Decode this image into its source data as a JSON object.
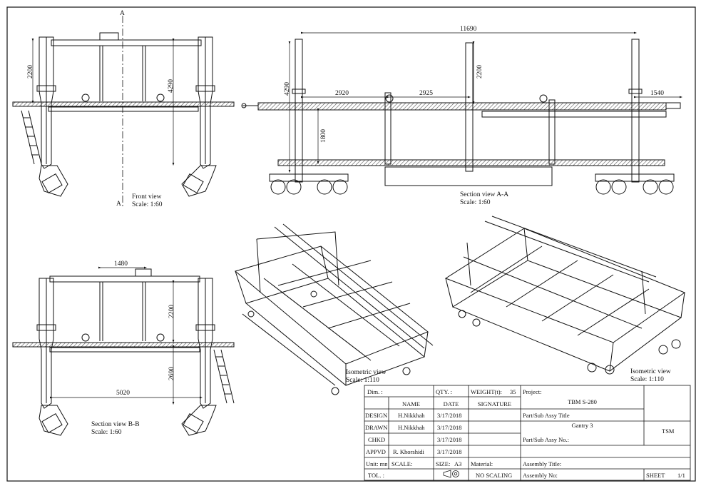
{
  "views": {
    "front": {
      "name": "Front view",
      "scale": "Scale:  1:60",
      "section_mark": "A"
    },
    "section_aa": {
      "name": "Section view A-A",
      "scale": "Scale:  1:60"
    },
    "section_bb": {
      "name": "Section view B-B",
      "scale": "Scale:  1:60"
    },
    "iso_left": {
      "name": "Isometric view",
      "scale": "Scale:  1:110"
    },
    "iso_right": {
      "name": "Isometric view",
      "scale": "Scale:  1:110"
    }
  },
  "dimensions": {
    "front_height_upper": "2200",
    "front_height_total": "4290",
    "aa_overall_length": "11690",
    "aa_seg1": "2920",
    "aa_seg2": "2925",
    "aa_seg3": "1540",
    "aa_height_total": "4290",
    "aa_height_upper": "2200",
    "aa_height_lower": "1800",
    "bb_top_width": "1480",
    "bb_height_upper": "2200",
    "bb_height_lower": "2690",
    "bb_bottom_width": "5020"
  },
  "title_block": {
    "dim_label": "Dim. :",
    "qty_label": "QTY. :",
    "weight_label": "WEIGHT(t):",
    "weight_value": "35",
    "project_label": "Project:",
    "project_value": "TBM S-280",
    "col_name": "NAME",
    "col_date": "DATE",
    "col_signature": "SIGNATURE",
    "rows": [
      {
        "role": "DESIGN",
        "name": "H.Nikkhah",
        "date": "3/17/2018"
      },
      {
        "role": "DRAWN",
        "name": "H.Nikkhah",
        "date": "3/17/2018"
      },
      {
        "role": "CHKD",
        "name": "",
        "date": "3/17/2018"
      },
      {
        "role": "APPVD",
        "name": "R. Khorshidi",
        "date": "3/17/2018"
      }
    ],
    "part_title_label": "Part/Sub Assy Title",
    "part_title_value": "Gantry 3",
    "company": "TSM",
    "part_no_label": "Part/Sub Assy No.:",
    "unit_label": "Unit: mm",
    "scale_label": "SCALE:",
    "size_label": "SIZE:",
    "size_value": "A3",
    "material_label": "Material:",
    "assembly_title_label": "Assembly Title:",
    "tol_label": "TOL. :",
    "no_scaling": "NO SCALING",
    "assembly_no_label": "Assembly No:",
    "sheet_label": "SHEET",
    "sheet_value": "1/1"
  }
}
